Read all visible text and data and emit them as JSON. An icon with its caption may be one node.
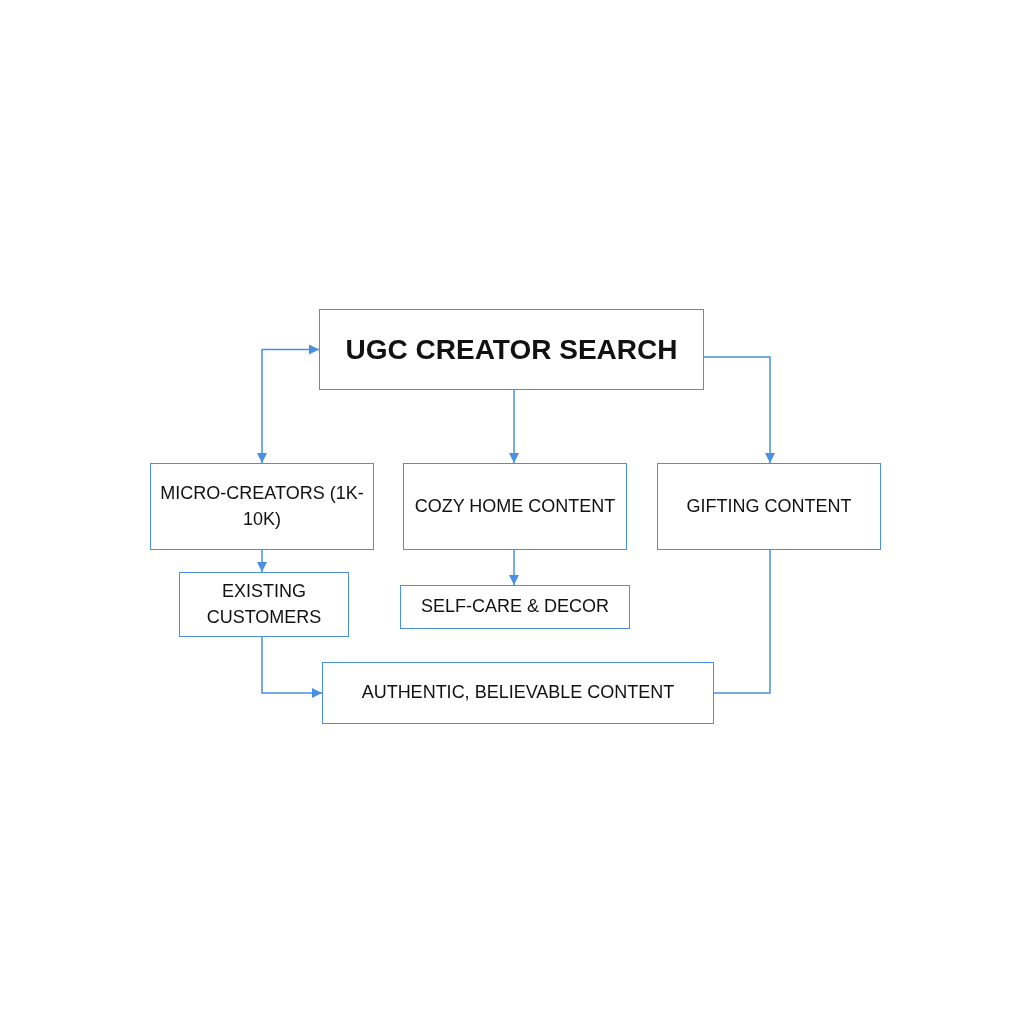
{
  "diagram": {
    "nodes": [
      {
        "text": [
          "UGC CREATOR SEARCH"
        ]
      },
      {
        "text": [
          "MICRO-CREATORS (1K-10K)"
        ]
      },
      {
        "text": [
          "COZY HOME CONTENT"
        ]
      },
      {
        "text": [
          "GIFTING CONTENT"
        ]
      },
      {
        "text": [
          "EXISTING CUSTOMERS"
        ]
      },
      {
        "text": [
          "SELF-CARE & DECOR"
        ]
      },
      {
        "text": [
          "AUTHENTIC, BELIEVABLE CONTENT"
        ]
      }
    ],
    "edges": [
      {
        "from": 1,
        "to": 0,
        "arrow": "both"
      },
      {
        "from": 0,
        "to": 2,
        "arrow": "to"
      },
      {
        "from": 0,
        "to": 3,
        "arrow": "to"
      },
      {
        "from": 1,
        "to": 4,
        "arrow": "to"
      },
      {
        "from": 2,
        "to": 5,
        "arrow": "to"
      },
      {
        "from": 4,
        "to": 6,
        "arrow": "to"
      },
      {
        "from": 3,
        "to": 6,
        "arrow": "none"
      }
    ]
  }
}
